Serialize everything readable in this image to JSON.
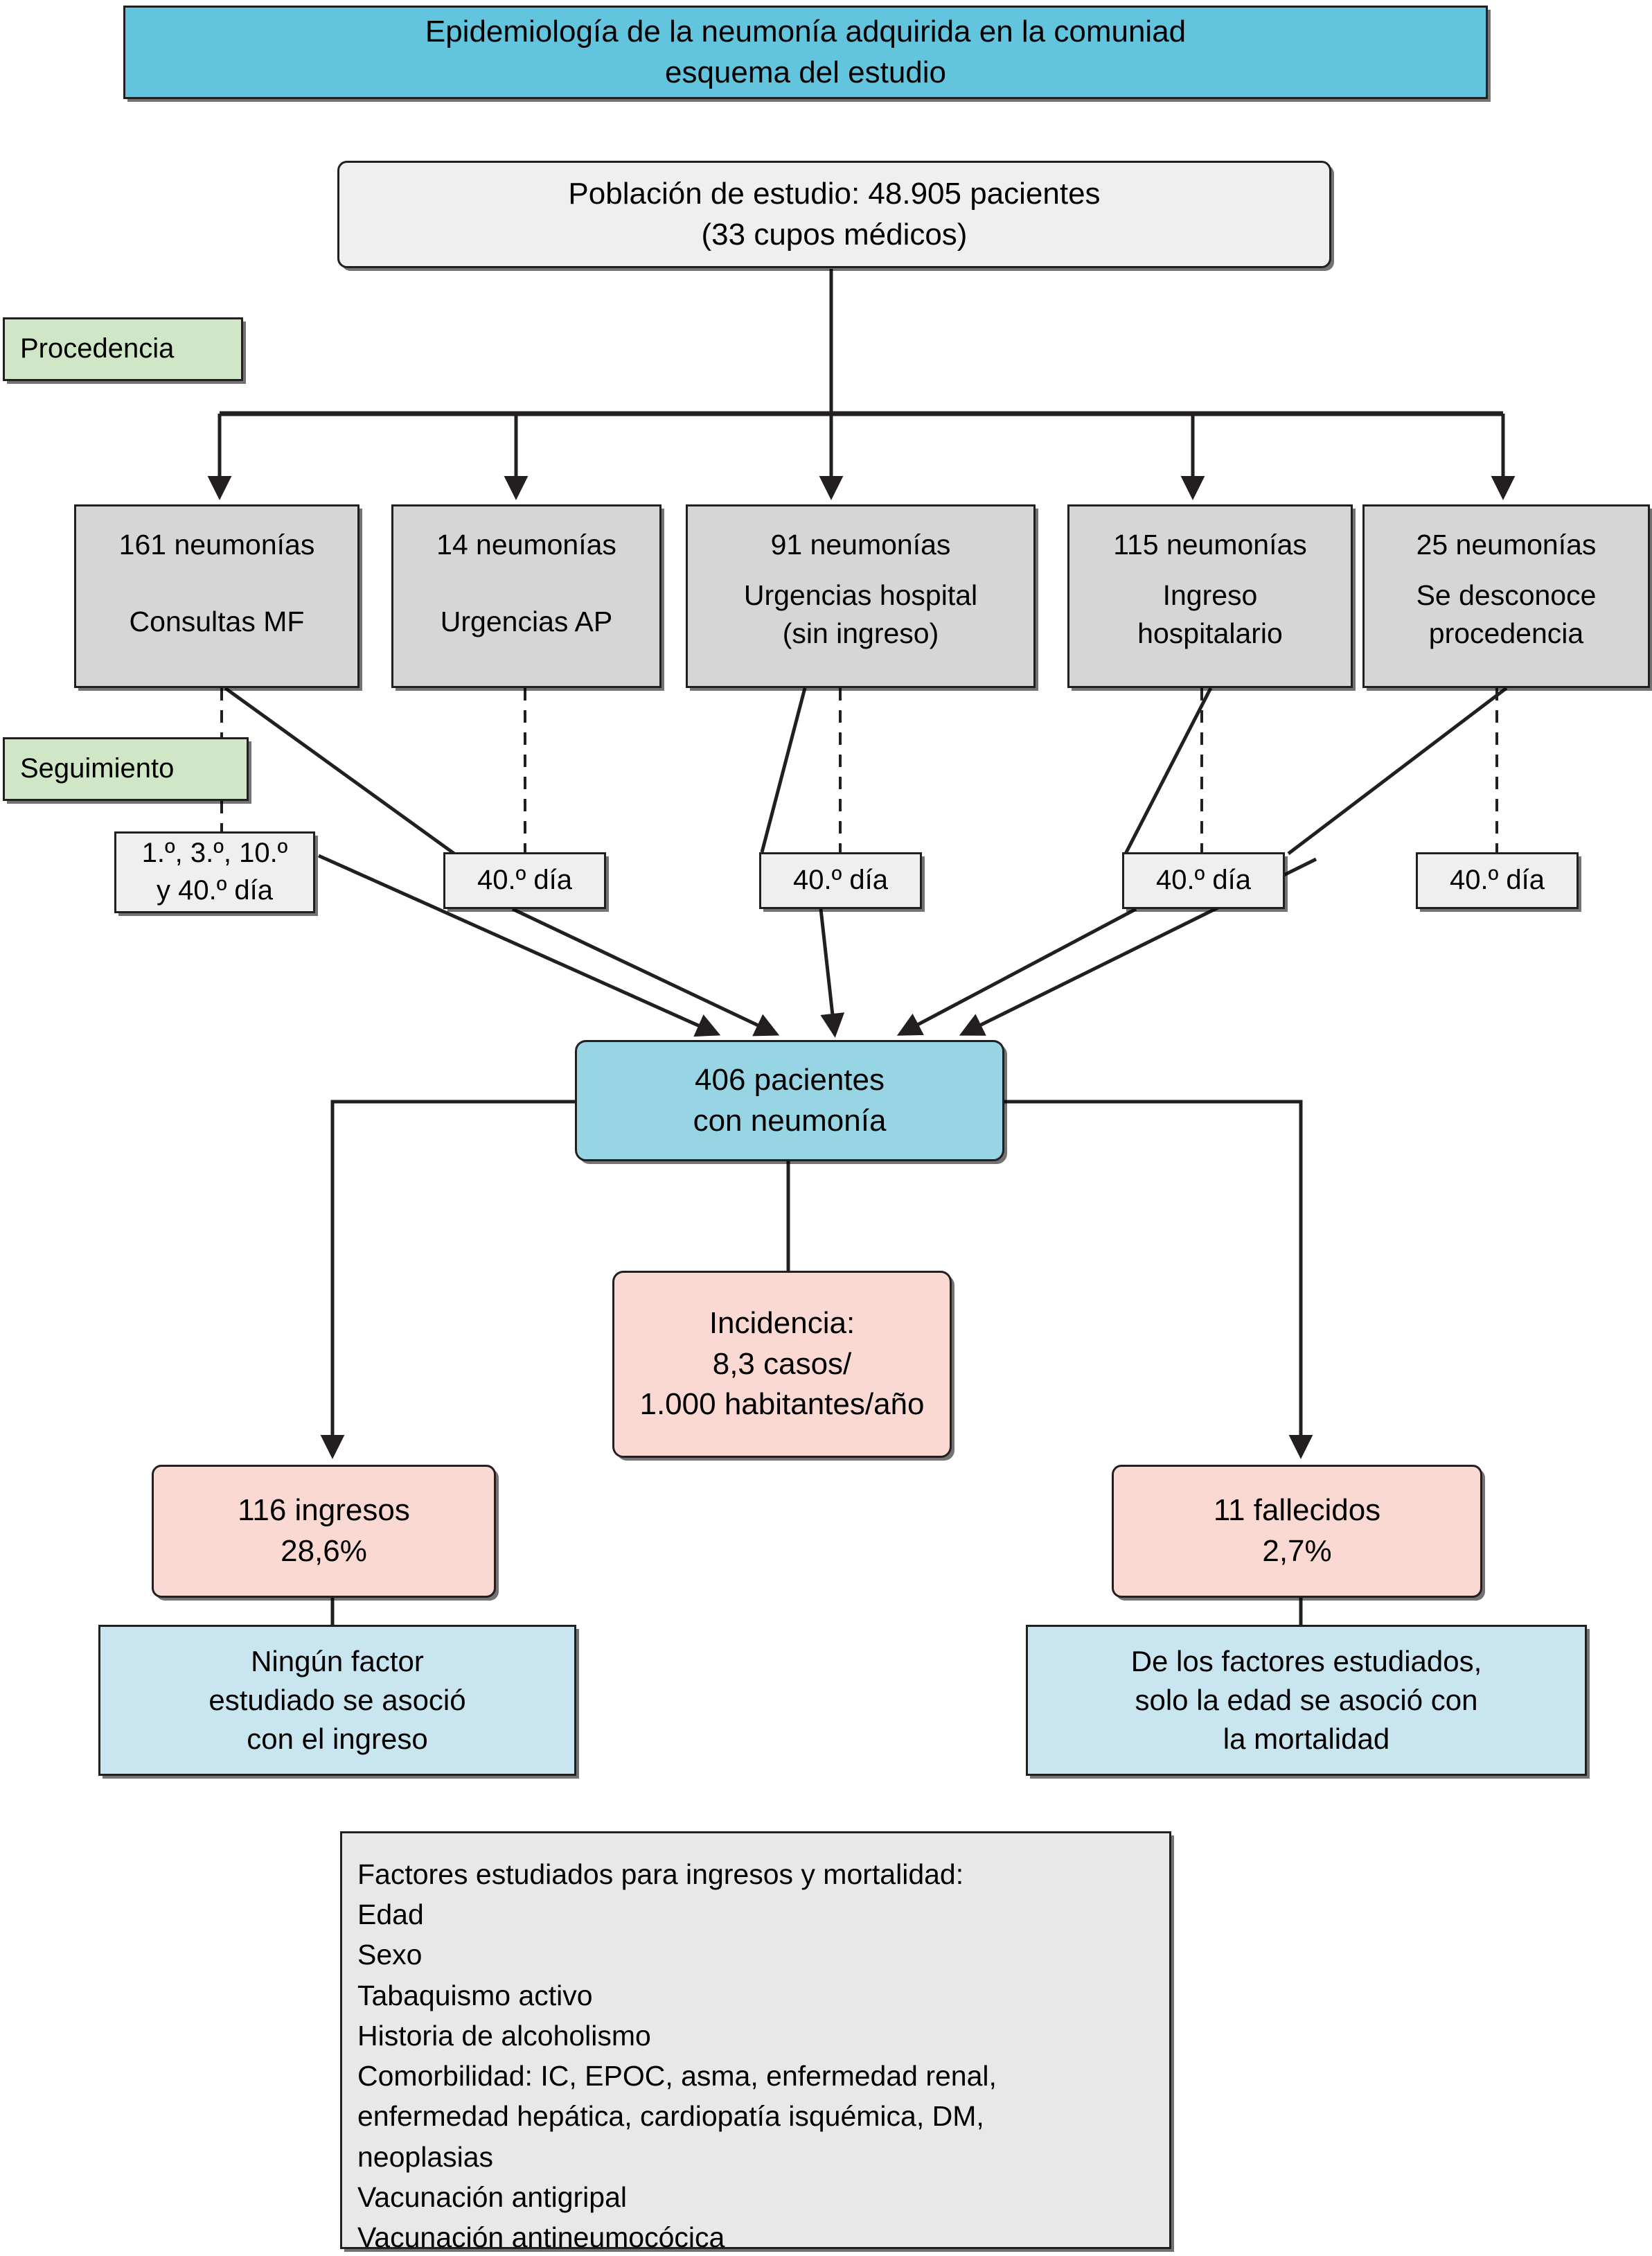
{
  "title": {
    "line1": "Epidemiología de la neumonía adquirida en la comuniad",
    "line2": "esquema del estudio",
    "text": "Epidemiología de la neumonía adquirida en la comuniad\nesquema del estudio",
    "color": "#63c4dd"
  },
  "population": {
    "text": "Población de estudio: 48.905 pacientes\n(33 cupos médicos)",
    "count": "48.905",
    "quota": "33",
    "color": "#efefef"
  },
  "sections": {
    "procedencia": "Procedencia",
    "seguimiento": "Seguimiento",
    "color": "#cfe7c6"
  },
  "sources": [
    {
      "count": "161 neumonías",
      "label": "Consultas MF",
      "value": 161
    },
    {
      "count": "14 neumonías",
      "label": "Urgencias AP",
      "value": 14
    },
    {
      "count": "91 neumonías",
      "label": "Urgencias hospital\n(sin ingreso)",
      "value": 91
    },
    {
      "count": "115 neumonías",
      "label": "Ingreso\nhospitalario",
      "value": 115
    },
    {
      "count": "25 neumonías",
      "label": "Se desconoce\nprocedencia",
      "value": 25
    }
  ],
  "sources_color": "#d6d6d6",
  "followups": [
    "1.º, 3.º, 10.º\ny 40.º día",
    "40.º día",
    "40.º día",
    "40.º día",
    "40.º día"
  ],
  "followups_color": "#efefef",
  "cohort": {
    "text": "406 pacientes\ncon neumonía",
    "count": "406",
    "color": "#97d5e5"
  },
  "incidence": {
    "text": "Incidencia:\n8,3 casos/\n1.000 habitantes/año",
    "rate": "8,3",
    "denominator": "1.000 habitantes/año",
    "color": "#fbd9d3"
  },
  "outcomes": {
    "admissions": {
      "text": "116 ingresos\n28,6%",
      "count": "116",
      "percent": "28,6%"
    },
    "deaths": {
      "text": "11 fallecidos\n2,7%",
      "count": "11",
      "percent": "2,7%"
    },
    "color": "#fbd9d3"
  },
  "conclusions": {
    "admissions": "Ningún factor\nestudiado se asoció\ncon el ingreso",
    "mortality": "De los factores estudiados,\nsolo la edad se asoció con\nla mortalidad",
    "color": "#c9e5ef"
  },
  "factors": {
    "heading": "Factores estudiados para ingresos y mortalidad:",
    "items": [
      "Edad",
      "Sexo",
      "Tabaquismo activo",
      "Historia de alcoholismo",
      "Comorbilidad: IC, EPOC, asma, enfermedad renal,",
      "enfermedad hepática, cardiopatía isquémica, DM,",
      " neoplasias",
      "Vacunación antigripal",
      "Vacunación antineumocócica"
    ],
    "text": "Factores estudiados para ingresos y mortalidad:\nEdad\nSexo\nTabaquismo activo\nHistoria de alcoholismo\nComorbilidad: IC, EPOC, asma, enfermedad renal,\nenfermedad hepática, cardiopatía isquémica, DM,\n neoplasias\nVacunación antigripal\nVacunación antineumocócica",
    "color": "#e8e8e8"
  },
  "stroke_color": "#231f20"
}
